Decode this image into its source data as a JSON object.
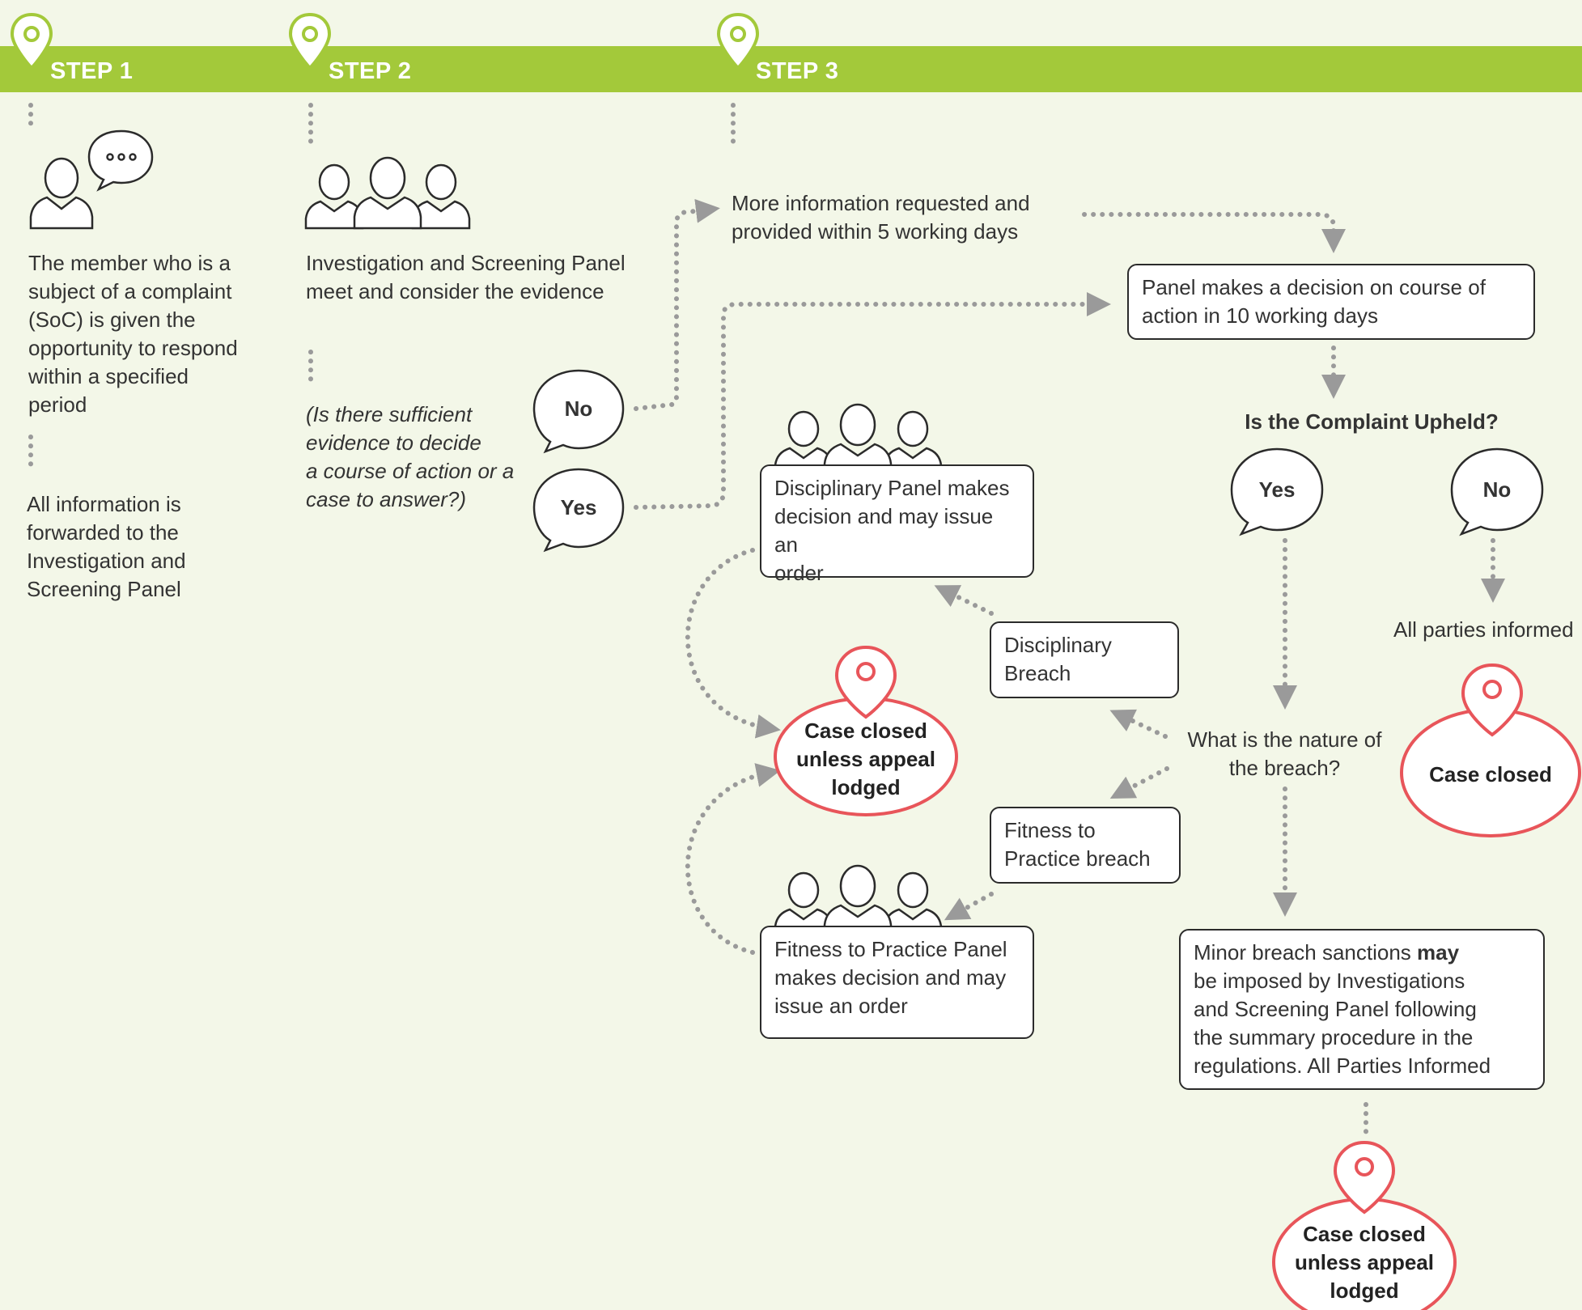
{
  "steps": [
    "STEP 1",
    "STEP 2",
    "STEP 3"
  ],
  "colors": {
    "banner": "#a3c93a",
    "background": "#f3f7e8",
    "close_pin": "#e8555a",
    "connector": "#9a9a9a"
  },
  "step1": {
    "text1": "The member who is a\nsubject of a complaint\n(SoC) is given the\nopportunity to respond\nwithin a specified\nperiod",
    "text2": "All information is\nforwarded to the\nInvestigation and\nScreening Panel"
  },
  "step2": {
    "text": "Investigation and Screening Panel\nmeet and consider the evidence",
    "question": "(Is there sufficient\nevidence to decide\na course of action or a\ncase to answer?)",
    "no_label": "No",
    "yes_label": "Yes"
  },
  "step3": {
    "more_info": "More information requested and\nprovided within 5 working days",
    "panel_decision": "Panel makes a decision on course of\naction in 10 working days",
    "upheld_question": "Is the Complaint Upheld?",
    "yes_label": "Yes",
    "no_label": "No",
    "all_parties": "All parties informed",
    "case_closed": "Case closed",
    "nature_question": "What is the nature of\nthe breach?",
    "disciplinary_breach": "Disciplinary\nBreach",
    "fitness_breach": "Fitness to\nPractice breach",
    "disciplinary_panel": "Disciplinary Panel makes\ndecision and may issue an\norder",
    "fitness_panel": "Fitness to Practice Panel\nmakes decision and may\nissue an order",
    "case_closed_appeal": "Case closed\nunless appeal\nlodged",
    "minor_breach_pre": "Minor breach sanctions ",
    "minor_breach_bold": "may",
    "minor_breach_post": "\nbe imposed by Investigations\nand Screening Panel following\nthe summary procedure in the\nregulations. All Parties Informed",
    "case_closed_appeal_2": "Case closed\nunless appeal\nlodged"
  },
  "icons": [
    "location-pin-icon",
    "person-speech-icon",
    "people-group-icon",
    "speech-bubble-icon"
  ]
}
